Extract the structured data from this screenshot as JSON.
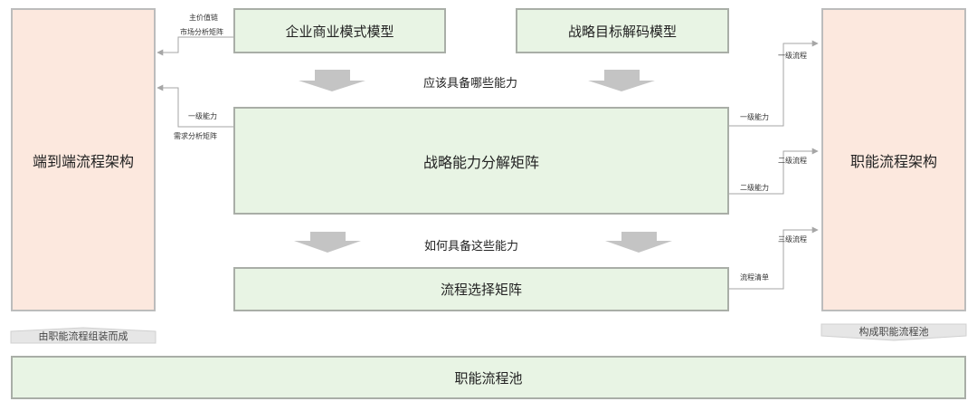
{
  "boxes": {
    "business_model": "企业商业模式模型",
    "strategy_decode": "战略目标解码模型",
    "capability_matrix": "战略能力分解矩阵",
    "process_selection": "流程选择矩阵",
    "e2e_architecture": "端到端流程架构",
    "functional_architecture": "职能流程架构",
    "functional_pool": "职能流程池"
  },
  "mid_labels": {
    "should_have": "应该具备哪些能力",
    "how_to_have": "如何具备这些能力"
  },
  "left_labels": {
    "main_value_chain": "主价值链",
    "market_matrix": "市场分析矩阵",
    "level1_capability": "一级能力",
    "demand_matrix": "需求分析矩阵"
  },
  "right_labels": {
    "level1_capability": "一级能力",
    "level2_capability": "二级能力",
    "process_list": "流程清单",
    "level1_process": "一级流程",
    "level2_process": "二级流程",
    "level3_process": "三级流程"
  },
  "bottom_tabs": {
    "left": "由职能流程组装而成",
    "right": "构成职能流程池"
  },
  "colors": {
    "green_fill": "#e8f4e4",
    "peach_fill": "#fce8de",
    "border": "#a9aea7",
    "arrow_gray": "#c4c4c4"
  }
}
